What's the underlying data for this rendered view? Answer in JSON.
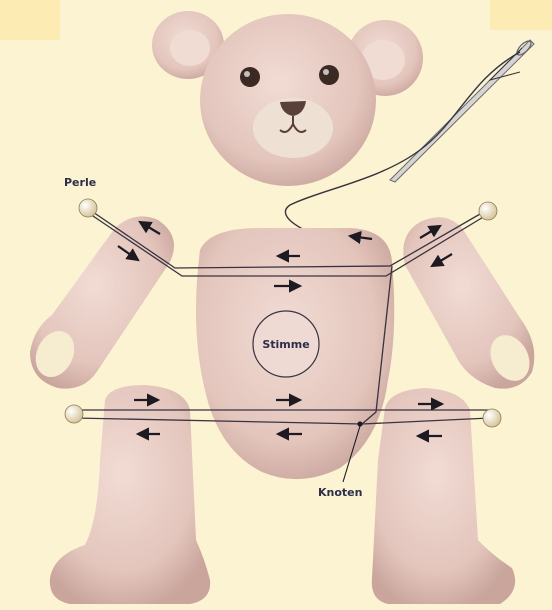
{
  "labels": {
    "bead": "Perle",
    "voice_box": "Stimme",
    "knot": "Knoten"
  },
  "colors": {
    "paper": "#fbf3d2",
    "fur": "#e6ccc4",
    "fur_shadow": "#c9a59c",
    "paw_pad": "#f6ecd0",
    "thread": "#3a3340",
    "arrow": "#1d1a22",
    "bead": "#f3e7c6",
    "eye": "#3b2a24",
    "nose": "#5a403a"
  },
  "icons": {
    "needle": "sewing-needle-icon",
    "arrow": "arrow-icon"
  }
}
